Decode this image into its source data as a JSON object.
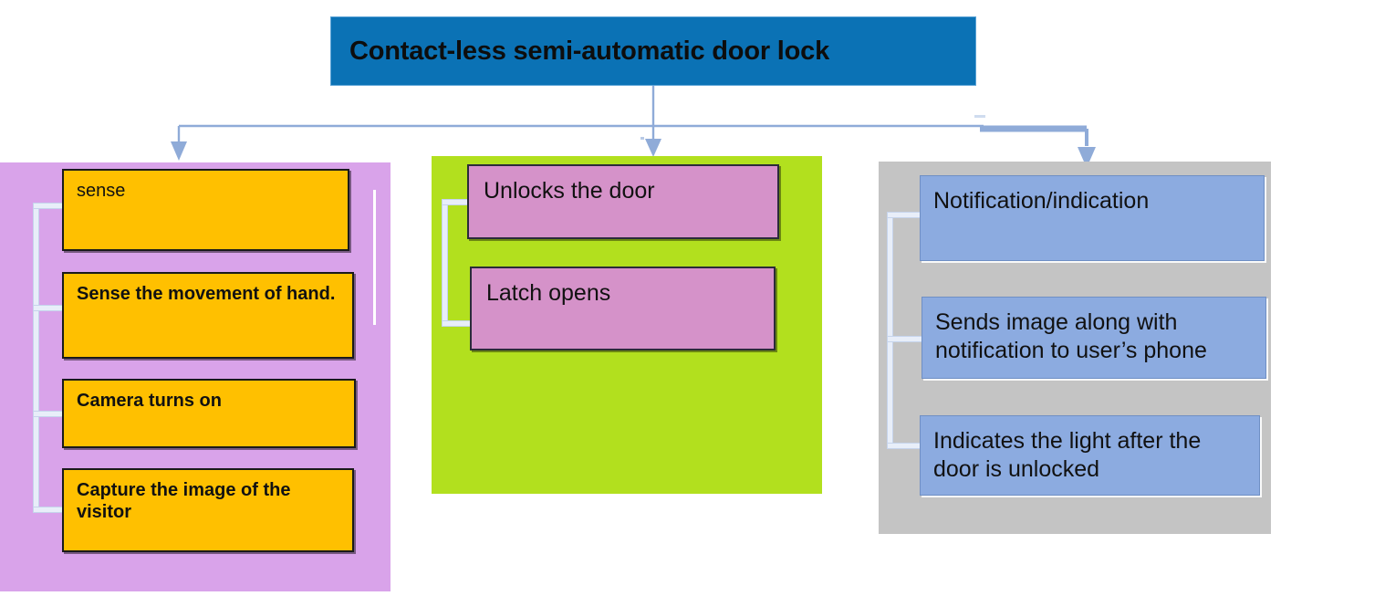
{
  "title": {
    "text": "Contact-less semi-automatic door lock",
    "color": "#0b72b5"
  },
  "columns": [
    {
      "id": "sense",
      "panel_color": "#d9a3ea",
      "node_color": "#ffc000",
      "nodes": [
        {
          "label": "sense"
        },
        {
          "label": "Sense the movement of hand."
        },
        {
          "label": "Camera turns on"
        },
        {
          "label": "Capture the image of the visitor"
        }
      ]
    },
    {
      "id": "unlock",
      "panel_color": "#b2e01e",
      "node_color": "#d592c9",
      "nodes": [
        {
          "label": "Unlocks the door"
        },
        {
          "label": "Latch opens"
        }
      ]
    },
    {
      "id": "notify",
      "panel_color": "#c4c4c4",
      "node_color": "#8cabe0",
      "nodes": [
        {
          "label": "Notification/indication"
        },
        {
          "label": "Sends image along with notification to user’s phone"
        },
        {
          "label": "Indicates the light after the door is unlocked"
        }
      ]
    }
  ],
  "connector": {
    "color": "#8fabd8",
    "bracket_color": "#e8eef9"
  }
}
